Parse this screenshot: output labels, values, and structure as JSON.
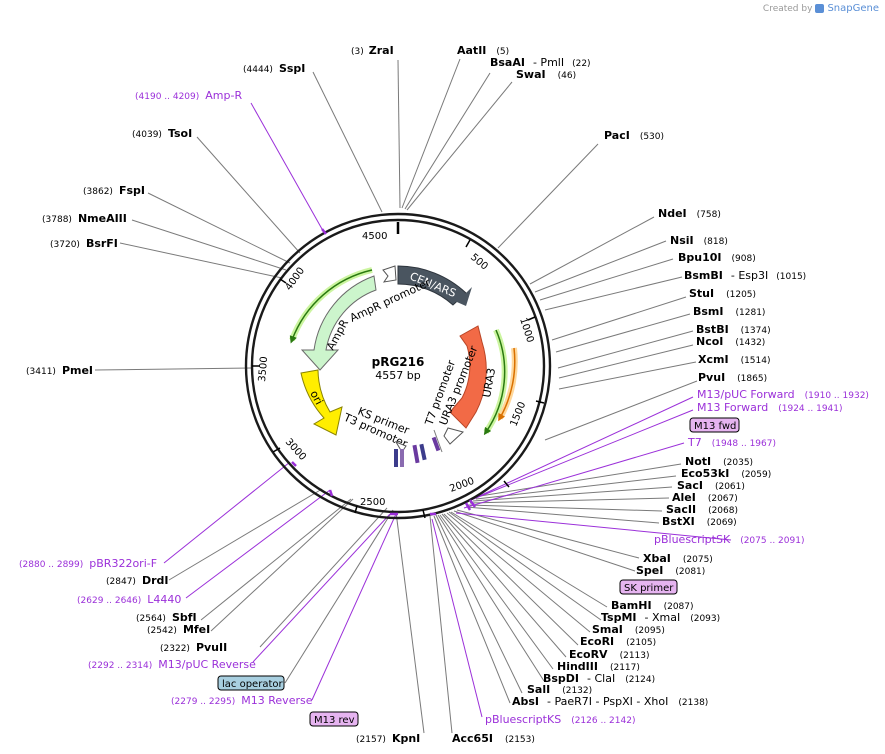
{
  "credit": {
    "created_by": "Created by",
    "brand": "SnapGene"
  },
  "plasmid": {
    "name": "pRG216",
    "length": "4557 bp"
  },
  "ticks": [
    "500",
    "1000",
    "1500",
    "2000",
    "2500",
    "3000",
    "3500",
    "4000",
    "4500"
  ],
  "features": [
    {
      "label": "CEN/ARS",
      "color": "#4a5560"
    },
    {
      "label": "URA3",
      "color": "#f26a46"
    },
    {
      "label": "URA3 promoter",
      "color": "#ffffff"
    },
    {
      "label": "T7 promoter",
      "color": "#ffffff"
    },
    {
      "label": "AmpR",
      "color": "#ccf5cc"
    },
    {
      "label": "AmpR promoter",
      "color": "#ffffff"
    },
    {
      "label": "ori",
      "color": "#ffee00"
    },
    {
      "label": "KS primer",
      "color": "#7744aa"
    },
    {
      "label": "T3 promoter",
      "color": "#ffffff"
    }
  ],
  "labels_right": [
    {
      "name": "ZraI",
      "pos": "(3)"
    },
    {
      "name": "AatII",
      "pos": "(5)"
    },
    {
      "name": "BsaAI",
      "dash": "- PmlI",
      "pos": "(22)"
    },
    {
      "name": "SwaI",
      "pos": "(46)"
    },
    {
      "name": "PacI",
      "pos": "(530)"
    },
    {
      "name": "NdeI",
      "pos": "(758)"
    },
    {
      "name": "NsiI",
      "pos": "(818)"
    },
    {
      "name": "Bpu10I",
      "pos": "(908)"
    },
    {
      "name": "BsmBI",
      "dash": "- Esp3I",
      "pos": "(1015)"
    },
    {
      "name": "StuI",
      "pos": "(1205)"
    },
    {
      "name": "BsmI",
      "pos": "(1281)"
    },
    {
      "name": "BstBI",
      "pos": "(1374)"
    },
    {
      "name": "NcoI",
      "pos": "(1432)"
    },
    {
      "name": "XcmI",
      "pos": "(1514)"
    },
    {
      "name": "PvuI",
      "pos": "(1865)"
    },
    {
      "primer": "M13/pUC Forward",
      "pos": "(1910 .. 1932)"
    },
    {
      "primer": "M13 Forward",
      "pos": "(1924 .. 1941)"
    },
    {
      "box": "M13 fwd"
    },
    {
      "primer": "T7",
      "pos": "(1948 .. 1967)"
    },
    {
      "name": "NotI",
      "pos": "(2035)"
    },
    {
      "name": "Eco53kI",
      "pos": "(2059)"
    },
    {
      "name": "SacI",
      "pos": "(2061)"
    },
    {
      "name": "AleI",
      "pos": "(2067)"
    },
    {
      "name": "SacII",
      "pos": "(2068)"
    },
    {
      "name": "BstXI",
      "pos": "(2069)"
    },
    {
      "primer": "pBluescriptSK",
      "pos": "(2075 .. 2091)"
    },
    {
      "name": "XbaI",
      "pos": "(2075)"
    },
    {
      "name": "SpeI",
      "pos": "(2081)"
    },
    {
      "box": "SK primer"
    },
    {
      "name": "BamHI",
      "pos": "(2087)"
    },
    {
      "name": "TspMI",
      "dash": "- XmaI",
      "pos": "(2093)"
    },
    {
      "name": "SmaI",
      "pos": "(2095)"
    },
    {
      "name": "EcoRI",
      "pos": "(2105)"
    },
    {
      "name": "EcoRV",
      "pos": "(2113)"
    },
    {
      "name": "HindIII",
      "pos": "(2117)"
    },
    {
      "name": "BspDI",
      "dash": "- ClaI",
      "pos": "(2124)"
    },
    {
      "name": "SalI",
      "pos": "(2132)"
    },
    {
      "name": "AbsI",
      "dash": "- PaeR7I - PspXI - XhoI",
      "pos": "(2138)"
    },
    {
      "primer": "pBluescriptKS",
      "pos": "(2126 .. 2142)"
    },
    {
      "name": "Acc65I",
      "pos": "(2153)"
    }
  ],
  "labels_left": [
    {
      "name": "SspI",
      "pos": "(4444)"
    },
    {
      "primer": "Amp-R",
      "pos": "(4190 .. 4209)"
    },
    {
      "name": "TsoI",
      "pos": "(4039)"
    },
    {
      "name": "FspI",
      "pos": "(3862)"
    },
    {
      "name": "NmeAIII",
      "pos": "(3788)"
    },
    {
      "name": "BsrFI",
      "pos": "(3720)"
    },
    {
      "name": "PmeI",
      "pos": "(3411)"
    },
    {
      "primer": "pBR322ori-F",
      "pos": "(2880 .. 2899)"
    },
    {
      "name": "DrdI",
      "pos": "(2847)"
    },
    {
      "primer": "L4440",
      "pos": "(2629 .. 2646)"
    },
    {
      "name": "SbfI",
      "pos": "(2564)"
    },
    {
      "name": "MfeI",
      "pos": "(2542)"
    },
    {
      "name": "PvuII",
      "pos": "(2322)"
    },
    {
      "primer": "M13/pUC Reverse",
      "pos": "(2292 .. 2314)"
    },
    {
      "box": "lac operator"
    },
    {
      "primer": "M13 Reverse",
      "pos": "(2279 .. 2295)"
    },
    {
      "box": "M13 rev"
    },
    {
      "name": "KpnI",
      "pos": "(2157)"
    }
  ]
}
